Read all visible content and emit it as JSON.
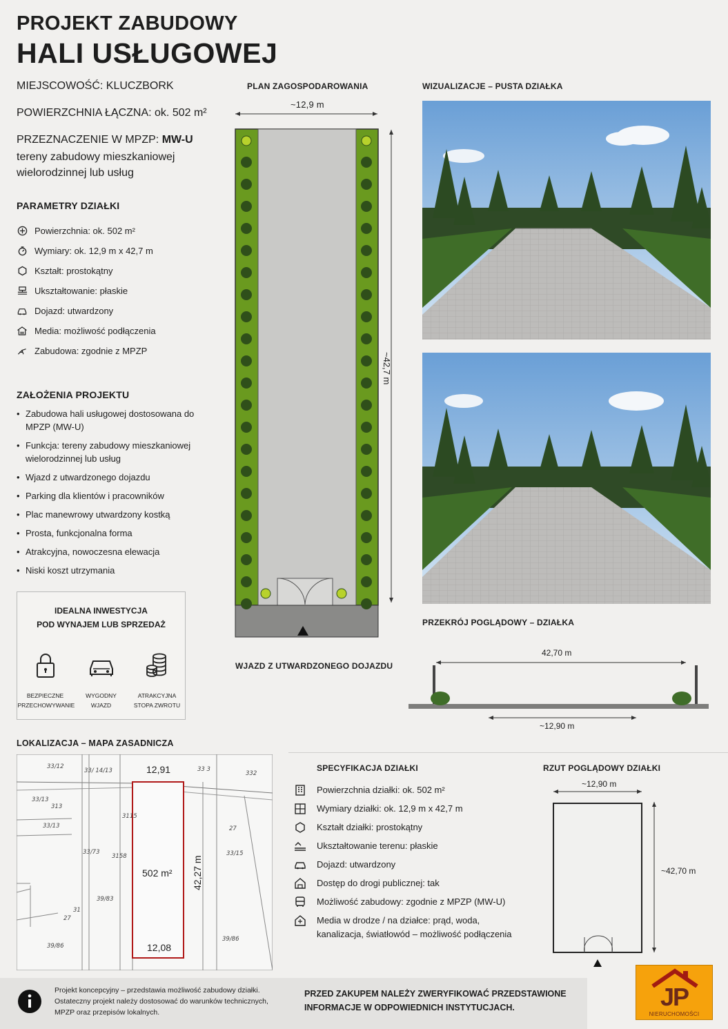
{
  "header": {
    "title_line1": "PROJEKT ZABUDOWY",
    "title_line2": "HALI USŁUGOWEJ",
    "location_label": "MIEJSCOWOŚĆ:",
    "location_value": "KLUCZBORK",
    "area_label": "POWIERZCHNIA ŁĄCZNA:",
    "area_value": "ok. 502 m²",
    "mpzp_label": "PRZEZNACZENIE W MPZP:",
    "mpzp_value": "MW-U",
    "mpzp_desc_line1": "tereny zabudowy mieszkaniowej",
    "mpzp_desc_line2": "wielorodzinnej lub usług"
  },
  "parameters": {
    "title": "PARAMETRY DZIAŁKI",
    "items": [
      {
        "icon": "area-icon",
        "text": "Powierzchnia: ok. 502 m²"
      },
      {
        "icon": "dimensions-icon",
        "text": "Wymiary: ok. 12,9 m x 42,7 m"
      },
      {
        "icon": "shape-icon",
        "text": "Kształt: prostokątny"
      },
      {
        "icon": "terrain-icon",
        "text": "Ukształtowanie: płaskie"
      },
      {
        "icon": "car-icon",
        "text": "Dojazd: utwardzony"
      },
      {
        "icon": "utilities-icon",
        "text": "Media: możliwość podłączenia"
      },
      {
        "icon": "crane-icon",
        "text": "Zabudowa: zgodnie z MPZP"
      }
    ]
  },
  "assumptions": {
    "title": "ZAŁOŻENIA PROJEKTU",
    "items": [
      "Zabudowa hali usługowej dostosowana do MPZP (MW-U)",
      "Funkcja: tereny zabudowy mieszkaniowej wielorodzinnej lub usług",
      "Wjazd z utwardzonego dojazdu",
      "Parking dla klientów i pracowników",
      "Plac manewrowy utwardzony kostką",
      "Prosta, funkcjonalna forma",
      "Atrakcyjna, nowoczesna elewacja",
      "Niski koszt utrzymania"
    ]
  },
  "investment": {
    "title_line1": "IDEALNA INWESTYCJA",
    "title_line2": "POD WYNAJEM LUB SPRZEDAŻ",
    "items": [
      {
        "icon": "padlock-icon",
        "line1": "BEZPIECZNE",
        "line2": "PRZECHOWYWANIE"
      },
      {
        "icon": "car-icon",
        "line1": "WYGODNY",
        "line2": "WJAZD"
      },
      {
        "icon": "coins-icon",
        "line1": "ATRAKCYJNA",
        "line2": "STOPA ZWROTU"
      }
    ]
  },
  "plan": {
    "title": "PLAN ZAGOSPODAROWANIA",
    "width_label": "~12,9 m",
    "length_label": "~42,7 m",
    "entrance_label": "WJAZD Z UTWARDZONEGO DOJAZDU"
  },
  "visuals": {
    "title": "WIZUALIZACJE – PUSTA DZIAŁKA"
  },
  "section": {
    "title": "PRZEKRÓJ POGLĄDOWY – DZIAŁKA",
    "length_label": "42,70 m",
    "width_label": "~12,90 m"
  },
  "map": {
    "title": "LOKALIZACJA – MAPA ZASADNICZA",
    "plot_area": "502 m²",
    "top_width": "12,91",
    "bottom_width": "12,08",
    "side_length": "42,27 m",
    "labels": [
      "33/12",
      "33/ 14/13",
      "33/13",
      "313",
      "33/13",
      "33/73",
      "31",
      "27",
      "39/86",
      "27",
      "33/15",
      "332",
      "33 3",
      "39/86",
      "3115",
      "3158",
      "39/83"
    ]
  },
  "specification": {
    "title": "SPECYFIKACJA DZIAŁKI",
    "items": [
      {
        "icon": "building-icon",
        "text": "Powierzchnia działki: ok. 502 m²"
      },
      {
        "icon": "ruler-grid-icon",
        "text": "Wymiary działki: ok. 12,9 m x 42,7 m"
      },
      {
        "icon": "shape-icon",
        "text": "Kształt działki: prostokątny"
      },
      {
        "icon": "terrain-icon",
        "text": "Ukształtowanie terenu: płaskie"
      },
      {
        "icon": "car-icon",
        "text": "Dojazd: utwardzony"
      },
      {
        "icon": "house-road-icon",
        "text": "Dostęp do drogi publicznej: tak"
      },
      {
        "icon": "bus-icon",
        "text": "Możliwość zabudowy: zgodnie z MPZP (MW-U)"
      },
      {
        "icon": "utilities-icon",
        "text": "Media w drodze / na działce: prąd, woda,",
        "text2": "kanalizacja, światłowód – możliwość podłączenia"
      }
    ]
  },
  "outline": {
    "title": "RZUT POGLĄDOWY DZIAŁKI",
    "width_label": "~12,90 m",
    "length_label": "~42,70 m"
  },
  "footer": {
    "note_line1": "Projekt koncepcyjny – przedstawia możliwość zabudowy działki.",
    "note_line2": "Ostateczny projekt należy dostosować do warunków technicznych,",
    "note_line3": "MPZP oraz przepisów lokalnych.",
    "warning_line1": "PRZED ZAKUPEM NALEŻY ZWERYFIKOWAĆ PRZEDSTAWIONE",
    "warning_line2": "INFORMACJE W ODPOWIEDNICH INSTYTUCJACH.",
    "logo_text": "JP",
    "logo_subtext": "NIERUCHOMOŚCI"
  },
  "colors": {
    "grass": "#6a9a1f",
    "paving": "#c9c9c7",
    "plot_border": "#b01818"
  }
}
